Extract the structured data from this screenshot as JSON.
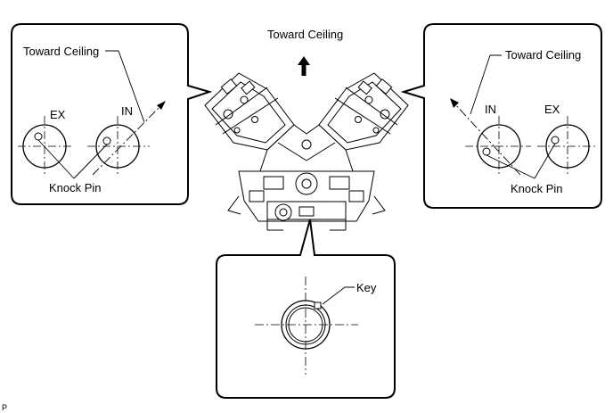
{
  "labels": {
    "toward_ceiling_top": "Toward Ceiling",
    "toward_ceiling_left": "Toward Ceiling",
    "toward_ceiling_right": "Toward Ceiling",
    "ex_left": "EX",
    "in_left": "IN",
    "in_right": "IN",
    "ex_right": "EX",
    "knock_pin_left": "Knock Pin",
    "knock_pin_right": "Knock Pin",
    "key": "Key",
    "corner_code": "P"
  },
  "colors": {
    "line": "#000000",
    "background": "#ffffff"
  }
}
